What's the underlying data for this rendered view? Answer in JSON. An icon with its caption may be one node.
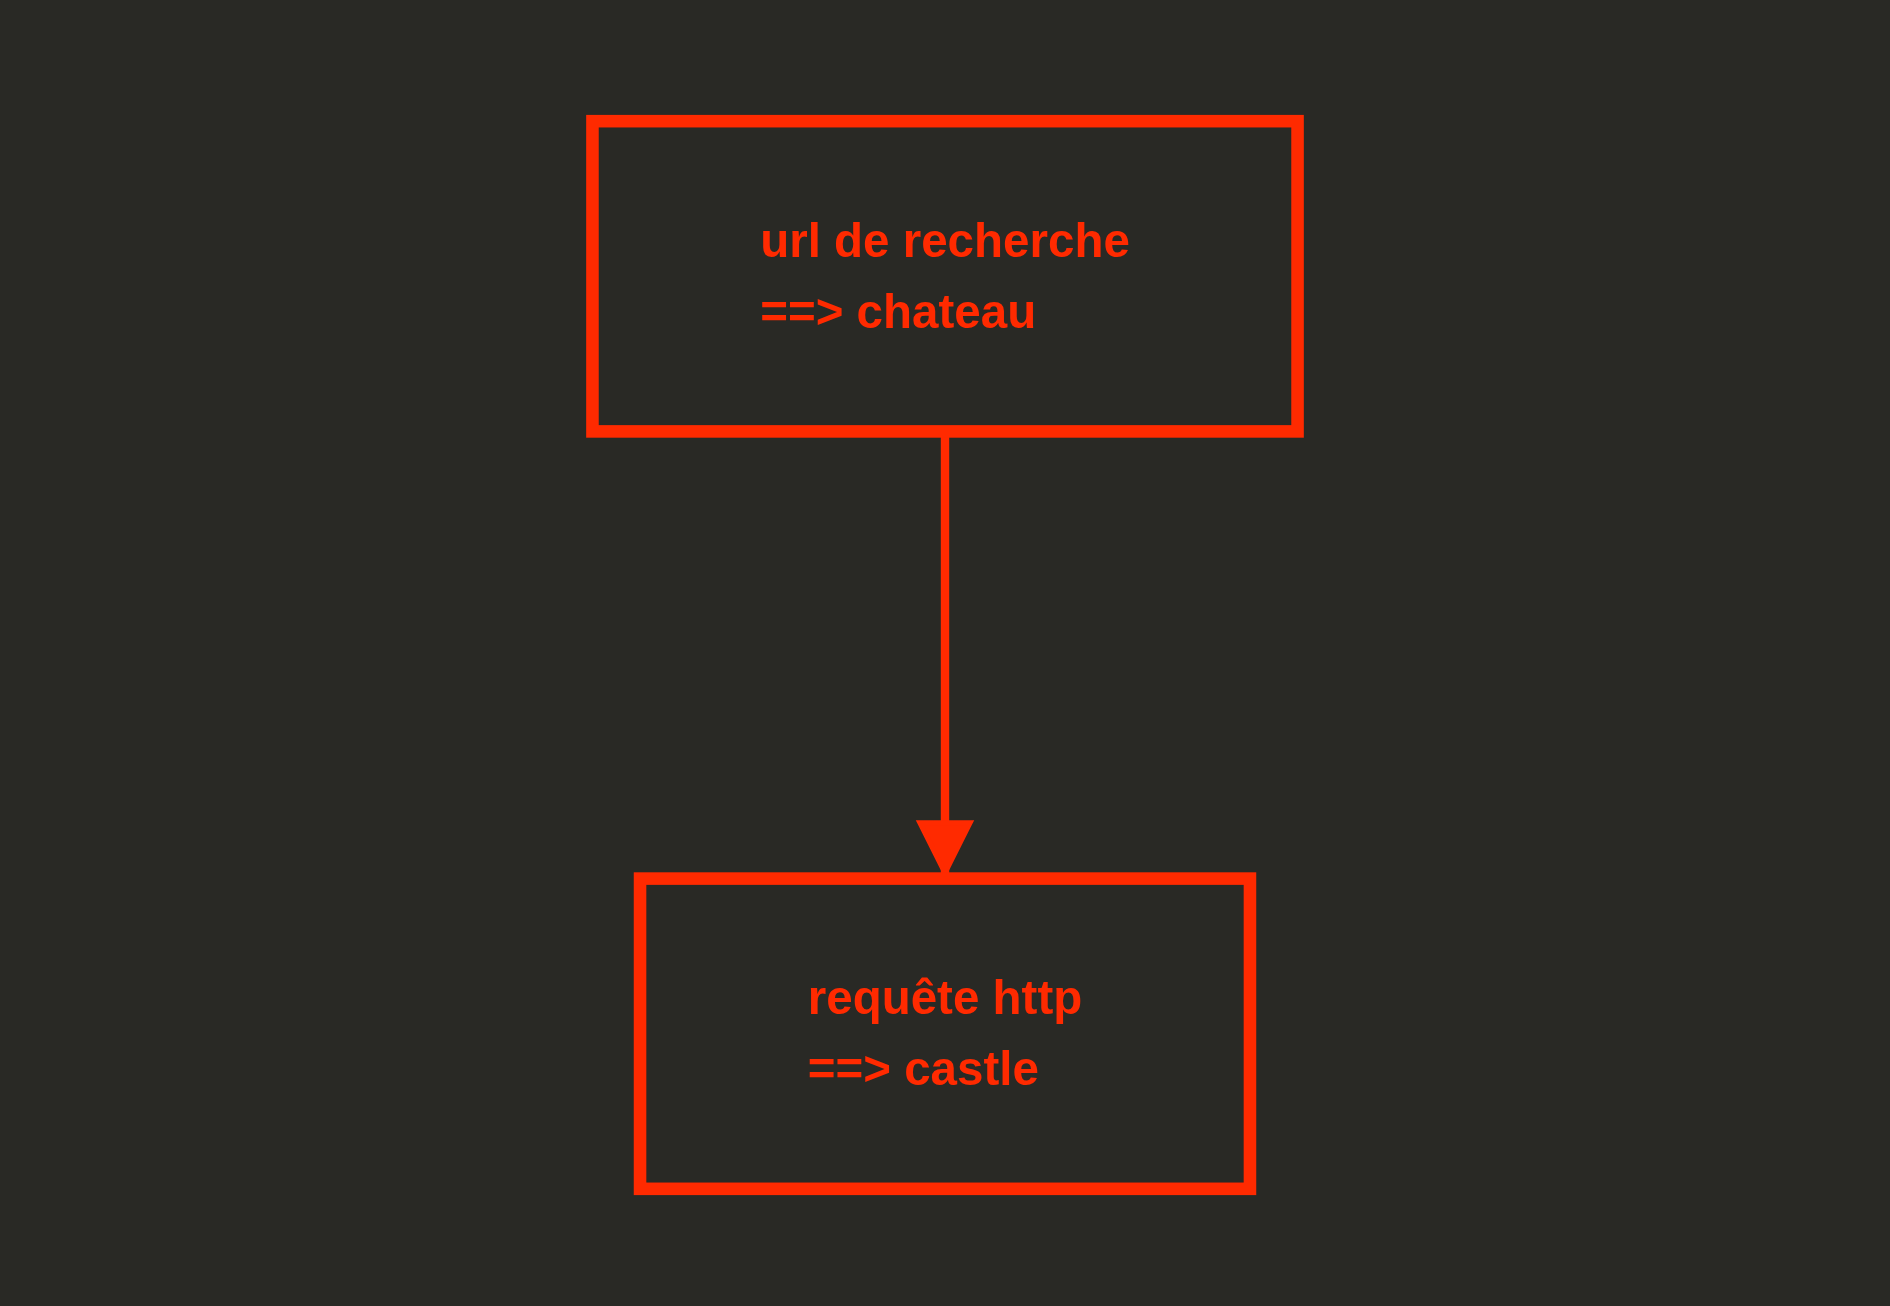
{
  "diagram": {
    "nodes": [
      {
        "text": [
          "url de recherche",
          "==> chateau"
        ]
      },
      {
        "text": [
          "requête http",
          "==> castle"
        ]
      }
    ],
    "edges": [
      {
        "from": 0,
        "to": 1,
        "arrow": "to"
      }
    ]
  }
}
